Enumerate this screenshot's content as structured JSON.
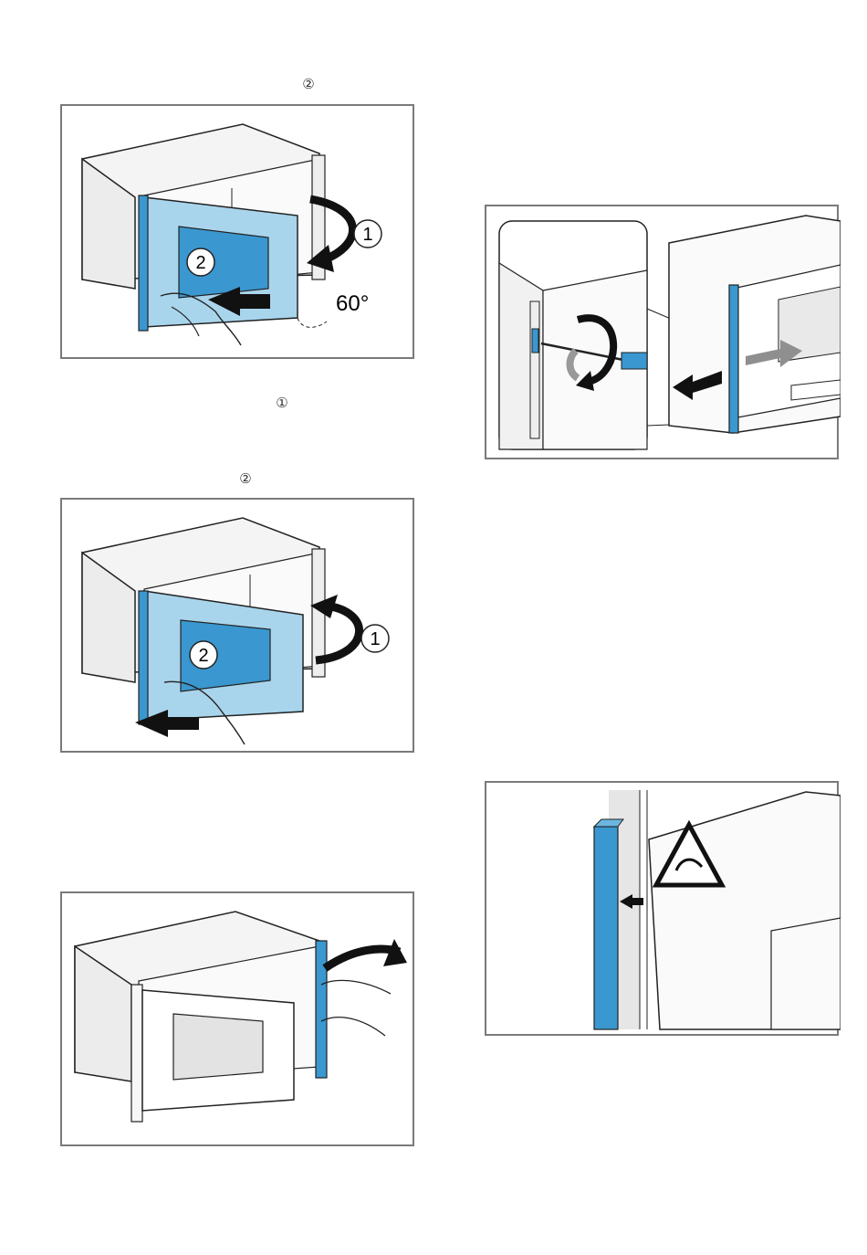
{
  "markers": {
    "step_a": "②",
    "step_b": "①",
    "step_c": "②"
  },
  "figure1": {
    "callout_1": "1",
    "callout_2": "2",
    "angle": "60°"
  },
  "figure3": {
    "callout_1": "1",
    "callout_2": "2"
  },
  "icons": {
    "rotation_arrow": "curved-arrow-icon",
    "push_arrow": "push-arrow-icon",
    "warning": "hand-injury-warning-icon"
  },
  "colors": {
    "door_panel": "#a9d5ec",
    "door_window": "#3a97cf",
    "trim": "#3a97cf",
    "grey_arrow": "#8f8f8f"
  }
}
